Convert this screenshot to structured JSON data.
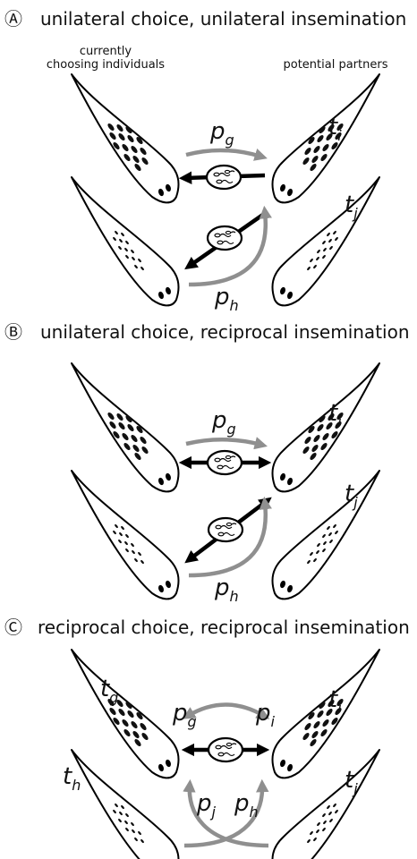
{
  "panels": [
    {
      "marker": "Ⓐ",
      "title": "unilateral choice, unilateral insemination",
      "left_header_line1": "currently",
      "left_header_line2": "choosing individuals",
      "right_header": "potential partners",
      "labels": {
        "pg": "g",
        "ph": "h",
        "ti": "i",
        "tj": "j"
      }
    },
    {
      "marker": "Ⓑ",
      "title": "unilateral choice, reciprocal insemination",
      "labels": {
        "pg": "g",
        "ph": "h",
        "ti": "i",
        "tj": "j"
      }
    },
    {
      "marker": "Ⓒ",
      "title": "reciprocal choice, reciprocal insemination",
      "labels": {
        "pg": "g",
        "pi": "i",
        "pj": "j",
        "ph": "h",
        "tg": "g",
        "ti": "i",
        "th": "h",
        "tj": "j"
      }
    }
  ],
  "symbols": {
    "p": "p",
    "t": "t"
  },
  "arrow_colors": {
    "choice": "#8f8f8f",
    "insemination": "#000000"
  }
}
